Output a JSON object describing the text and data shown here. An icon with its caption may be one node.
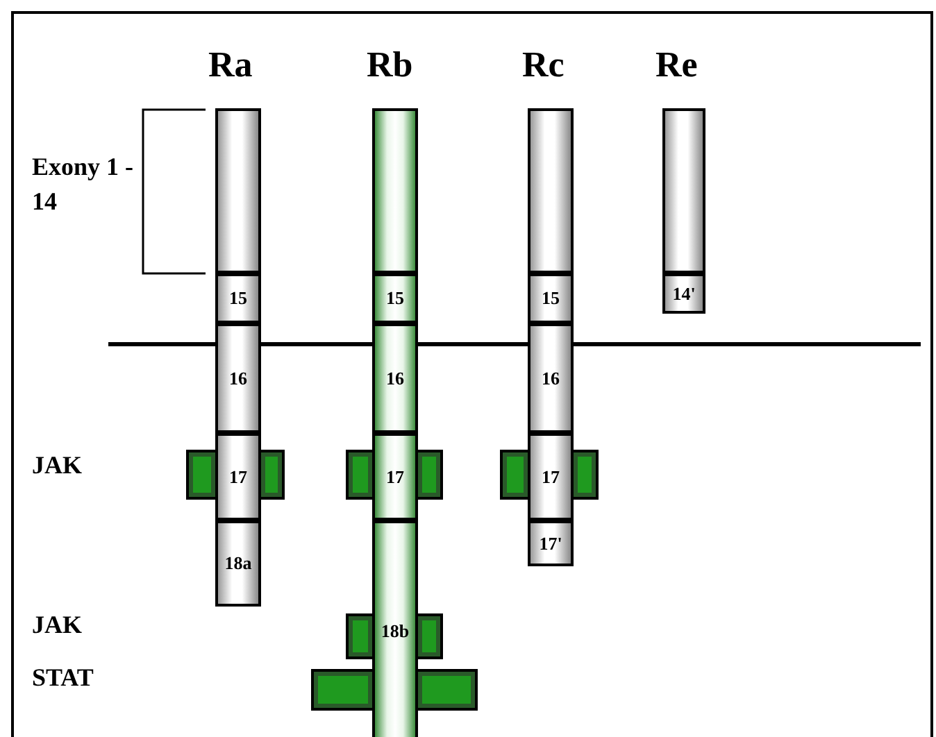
{
  "diagram": {
    "nodes": [
      {
        "text": [],
        "shape": "bar"
      },
      {
        "text": [
          "15"
        ]
      },
      {
        "text": [
          "16"
        ]
      },
      {
        "text": [
          "17"
        ]
      },
      {
        "text": [],
        "shape": "box"
      },
      {
        "text": [],
        "shape": "box"
      },
      {
        "text": [
          "18a"
        ]
      },
      {
        "text": [],
        "shape": "bar"
      },
      {
        "text": [
          "15"
        ]
      },
      {
        "text": [
          "16"
        ]
      },
      {
        "text": [
          "17"
        ]
      },
      {
        "text": [],
        "shape": "box"
      },
      {
        "text": [],
        "shape": "box"
      },
      {
        "text": [
          "18b"
        ]
      },
      {
        "text": [],
        "shape": "box"
      },
      {
        "text": [],
        "shape": "box"
      },
      {
        "text": [],
        "shape": "box"
      },
      {
        "text": [],
        "shape": "box"
      },
      {
        "text": [],
        "shape": "bar"
      },
      {
        "text": [
          "15"
        ]
      },
      {
        "text": [
          "16"
        ]
      },
      {
        "text": [
          "17"
        ]
      },
      {
        "text": [],
        "shape": "box"
      },
      {
        "text": [],
        "shape": "box"
      },
      {
        "text": [
          "17'"
        ]
      },
      {
        "text": [],
        "shape": "bar"
      },
      {
        "text": [
          "14'"
        ]
      }
    ],
    "edges": [],
    "labels": [
      "Ra",
      "Rb",
      "Rc",
      "Re",
      "Exony 1 - 14",
      "JAK",
      "JAK",
      "STAT"
    ]
  }
}
